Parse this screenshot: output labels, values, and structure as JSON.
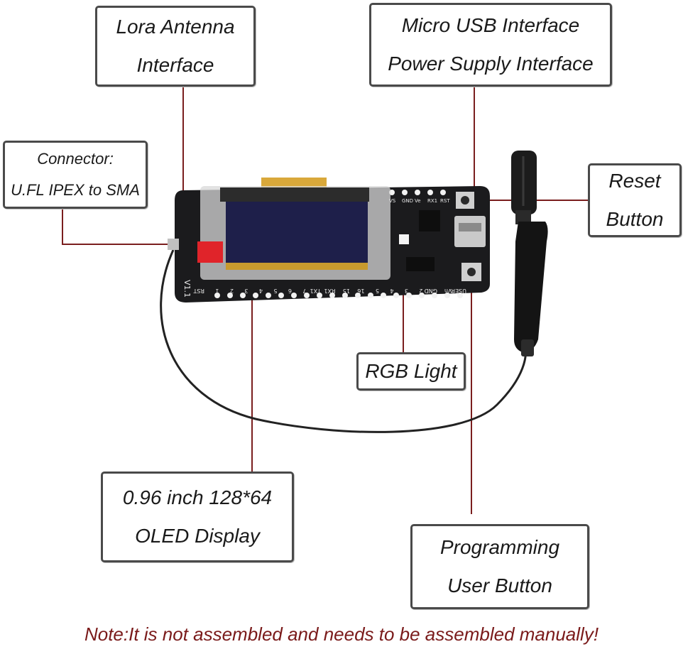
{
  "callouts": {
    "lora_antenna": [
      "Lora Antenna",
      "Interface"
    ],
    "micro_usb": [
      "Micro USB Interface",
      "Power Supply Interface"
    ],
    "connector": [
      "Connector:",
      "U.FL IPEX to SMA"
    ],
    "reset": [
      "Reset",
      "Button"
    ],
    "rgb": [
      "RGB Light"
    ],
    "oled": [
      "0.96 inch 128*64",
      "OLED Display"
    ],
    "programming": [
      "Programming",
      "User Button"
    ]
  },
  "board_pin_labels_bottom": [
    "RST",
    "1",
    "2",
    "3",
    "4",
    "5",
    "6",
    "7",
    "TX1",
    "RX1",
    "15",
    "16",
    "5",
    "4",
    "3",
    "2",
    "GND",
    "Vn",
    "USER"
  ],
  "board_pin_labels_top": [
    "VS",
    "GND",
    "Ve",
    "RX1",
    "RST"
  ],
  "board_version": "V1.1",
  "note": "Note:It is not assembled and needs to be assembled manually!",
  "colors": {
    "leader_line": "#7a1e1e",
    "callout_border": "#4a4a4a",
    "note_text": "#7a1a1a",
    "pcb": "#1b1b1d",
    "oled_screen": "#1e1f4a"
  }
}
